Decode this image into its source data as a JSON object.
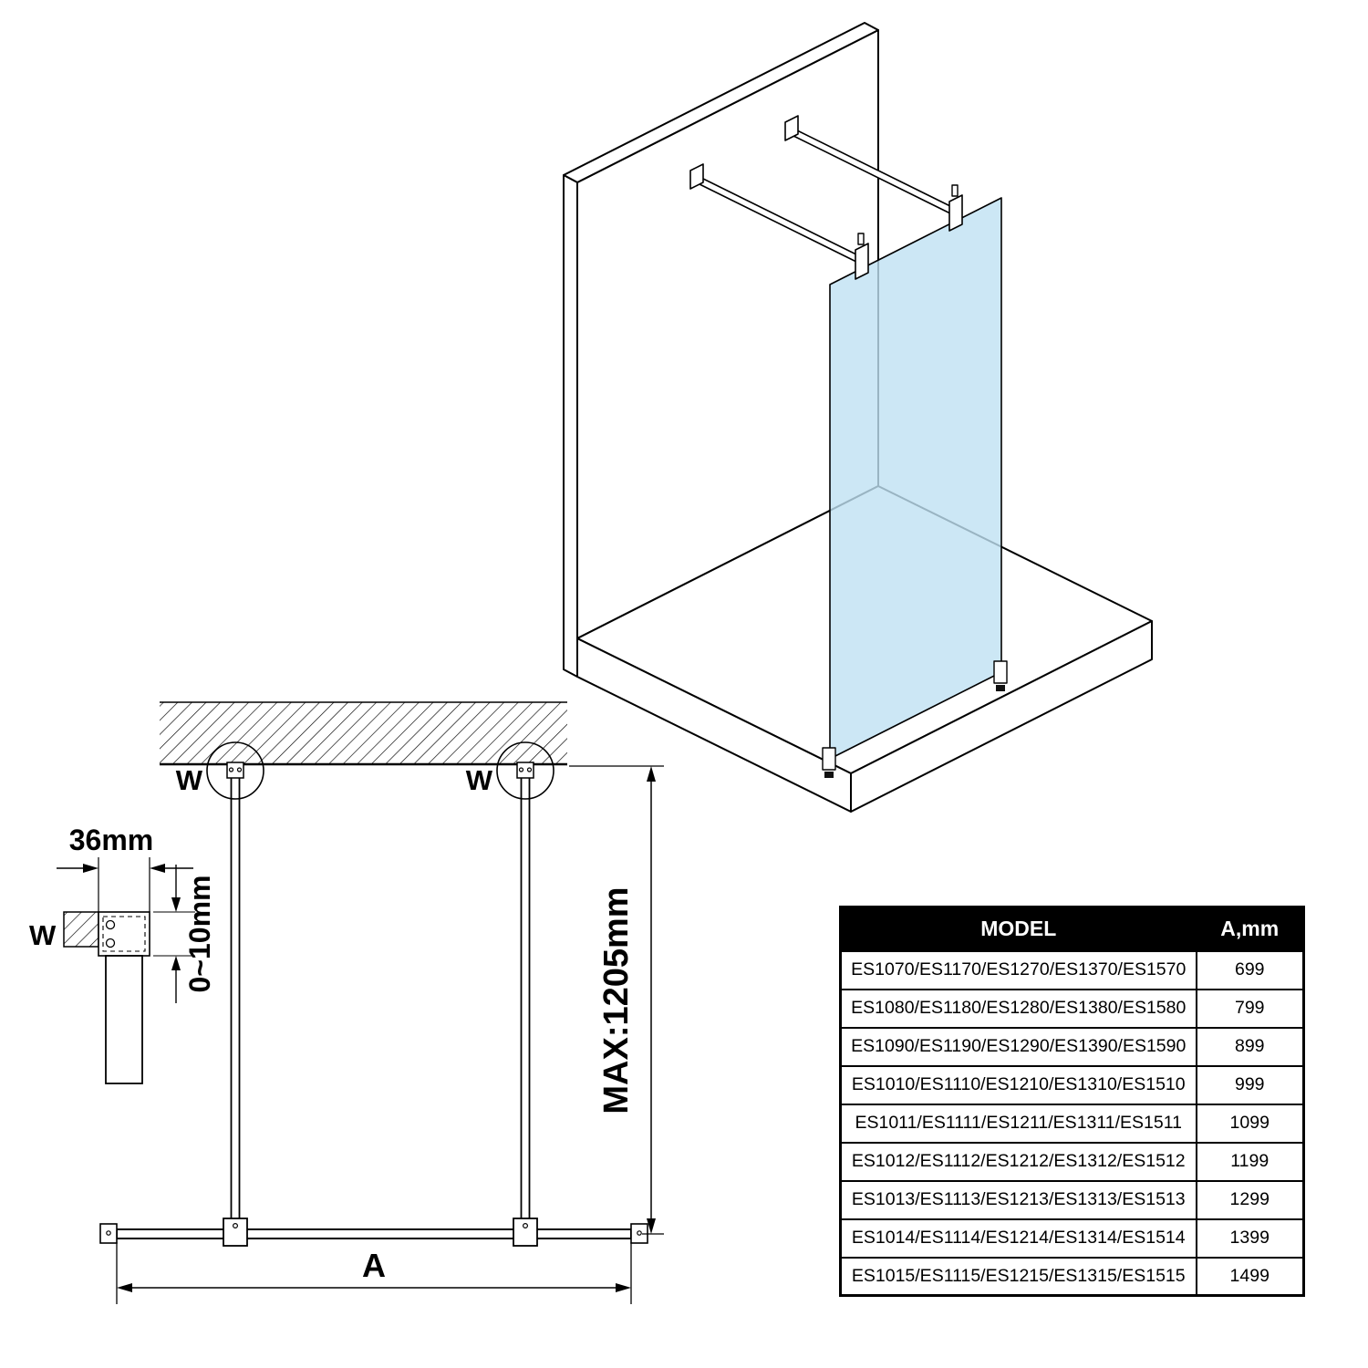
{
  "plan_view": {
    "wall_bracket_label_left": "W",
    "wall_bracket_label_right": "W",
    "max_length_label": "MAX:1205mm",
    "width_label": "A"
  },
  "detail_view": {
    "bracket_width_label": "36mm",
    "adjustment_label": "0~10mm",
    "wall_label": "W"
  },
  "table": {
    "headers": [
      "MODEL",
      "A,mm"
    ],
    "rows": [
      {
        "model": "ES1070/ES1170/ES1270/ES1370/ES1570",
        "a": "699"
      },
      {
        "model": "ES1080/ES1180/ES1280/ES1380/ES1580",
        "a": "799"
      },
      {
        "model": "ES1090/ES1190/ES1290/ES1390/ES1590",
        "a": "899"
      },
      {
        "model": "ES1010/ES1110/ES1210/ES1310/ES1510",
        "a": "999"
      },
      {
        "model": "ES1011/ES1111/ES1211/ES1311/ES1511",
        "a": "1099"
      },
      {
        "model": "ES1012/ES1112/ES1212/ES1312/ES1512",
        "a": "1199"
      },
      {
        "model": "ES1013/ES1113/ES1213/ES1313/ES1513",
        "a": "1299"
      },
      {
        "model": "ES1014/ES1114/ES1214/ES1314/ES1514",
        "a": "1399"
      },
      {
        "model": "ES1015/ES1115/ES1215/ES1315/ES1515",
        "a": "1499"
      }
    ]
  },
  "colors": {
    "glass": "#bfe1f3",
    "line": "#000000",
    "table_header_bg": "#000000",
    "table_header_text": "#ffffff"
  }
}
